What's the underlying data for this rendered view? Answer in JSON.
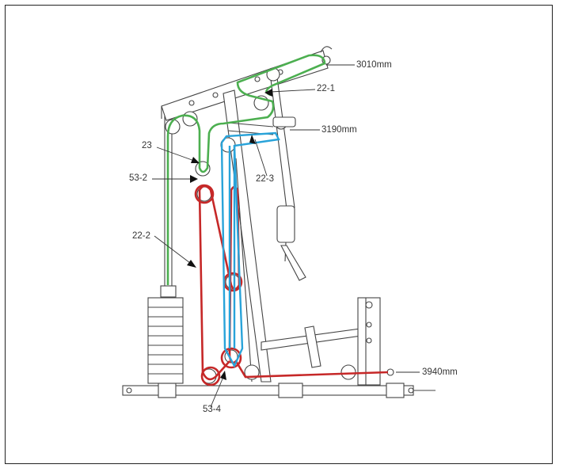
{
  "labels": {
    "cable_22_1": "22-1",
    "cable_22_2": "22-2",
    "cable_22_3": "22-3",
    "cable_23": "23",
    "pulley_53_2": "53-2",
    "pulley_53_4": "53-4",
    "length_3010": "3010mm",
    "length_3190": "3190mm",
    "length_3940": "3940mm"
  },
  "colors": {
    "cable_green": "#4caf50",
    "cable_red": "#c62828",
    "cable_blue": "#29a3d9",
    "frame": "#444444"
  }
}
